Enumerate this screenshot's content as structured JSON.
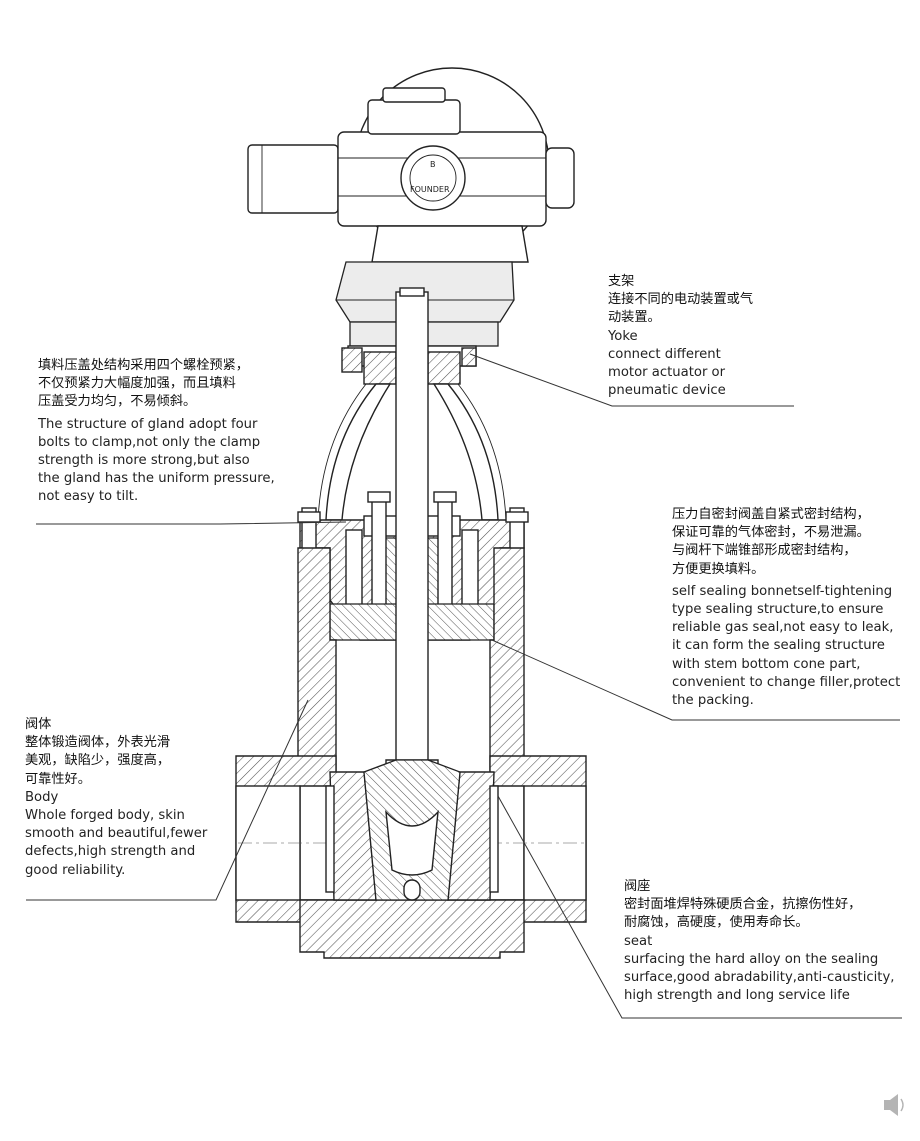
{
  "annotations": {
    "yoke": {
      "zh_title": "支架",
      "zh_lines": [
        "连接不同的电动装置或气",
        "动装置。"
      ],
      "en_title": "Yoke",
      "en_lines": [
        "connect different",
        "motor actuator or",
        "pneumatic device"
      ]
    },
    "gland": {
      "zh_lines": [
        "填料压盖处结构采用四个螺栓预紧，",
        "不仅预紧力大幅度加强，而且填料",
        "压盖受力均匀，不易倾斜。"
      ],
      "en_lines": [
        "The structure of gland adopt four",
        "bolts to clamp,not only the clamp",
        "strength is more strong,but also",
        "the gland has the uniform pressure,",
        "not easy to tilt."
      ]
    },
    "bonnet": {
      "zh_lines": [
        "压力自密封阀盖自紧式密封结构，",
        "保证可靠的气体密封，不易泄漏。",
        "与阀杆下端锥部形成密封结构，",
        "方便更换填料。"
      ],
      "en_lines": [
        "self sealing bonnetself-tightening",
        "type sealing structure,to ensure",
        "reliable gas seal,not easy to leak,",
        "it can form the sealing structure",
        "with stem bottom cone part,",
        "convenient to change filler,protect",
        "the packing."
      ]
    },
    "body": {
      "zh_title": "阀体",
      "zh_lines": [
        "整体锻造阀体，外表光滑",
        "美观，缺陷少，强度高，",
        "可靠性好。"
      ],
      "en_title": "Body",
      "en_lines": [
        "Whole forged body, skin",
        "smooth and beautiful,fewer",
        "defects,high strength and",
        "good reliability."
      ]
    },
    "seat": {
      "zh_title": "阀座",
      "zh_lines": [
        "密封面堆焊特殊硬质合金，抗擦伤性好，",
        "耐腐蚀，高硬度，使用寿命长。"
      ],
      "en_title": "seat",
      "en_lines": [
        "surfacing the hard alloy on the sealing",
        "surface,good abradability,anti-causticity,",
        "high strength and long service life"
      ]
    }
  },
  "actuator_nameplate": "FOUNDER",
  "actuator_dial_mark": "B",
  "colors": {
    "line": "#222222",
    "hatch": "#555555",
    "grey_part": "#ececec"
  }
}
